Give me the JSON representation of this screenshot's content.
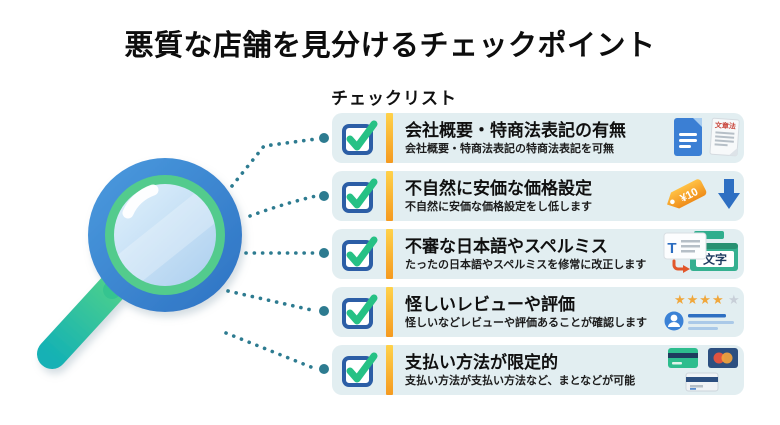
{
  "page": {
    "title": "悪質な店舗を見分けるチェックポイント",
    "checklist_label": "チェックリスト"
  },
  "colors": {
    "row_background": "#e2eef1",
    "accent_bar_top": "#ffd24a",
    "accent_bar_bottom": "#f59a20",
    "checkbox_border_blue": "#2c5ea6",
    "check_green": "#26c185",
    "dotted_line_teal": "#2d7b90",
    "magnifier_ring_blue": "#3d8ad2",
    "magnifier_ring_green": "#52cb8d",
    "magnifier_lens_blue": "#c7e2f6",
    "magnifier_handle_green": "#4fd18a",
    "magnifier_handle_teal": "#13b1b5",
    "price_tag_orange": "#f5a028",
    "arrow_blue": "#2e6fc2",
    "star_gold": "#f0a73c",
    "card_green": "#2dbd8d",
    "card_navy": "#2c4f80"
  },
  "items": [
    {
      "title": "会社概要・特商法表記の有無",
      "subtitle": "会社概要・特商法表記の特商法表記を可無",
      "icon": "documents-icon",
      "icon_label": "文章法"
    },
    {
      "title": "不自然に安価な価格設定",
      "subtitle": "不自然に安価な価格設定をし低します",
      "icon": "price-tag-down-arrow-icon",
      "icon_label": "¥10"
    },
    {
      "title": "不審な日本語やスペルミス",
      "subtitle": "たったの日本語やスペルミスを修常に改正します",
      "icon": "text-correction-icon",
      "icon_letter": "T",
      "icon_label": "文字"
    },
    {
      "title": "怪しいレビューや評価",
      "subtitle": "怪しいなどレビューや評価あることが確認します",
      "icon": "rating-review-icon",
      "stars_filled": "★★★★",
      "star_empty": "★"
    },
    {
      "title": "支払い方法が限定的",
      "subtitle": "支払い方法が支払い方法など、まとなどが可能",
      "icon": "credit-cards-icon"
    }
  ]
}
